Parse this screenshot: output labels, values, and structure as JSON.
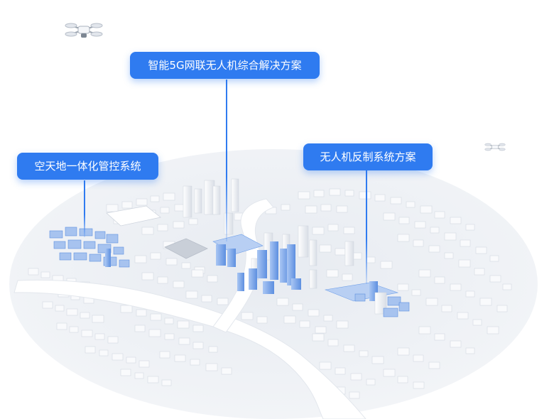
{
  "callouts": {
    "five_g_drone": {
      "label": "智能5G网联无人机综合解决方案"
    },
    "air_space_ground": {
      "label": "空天地一体化管控系统"
    },
    "counter_drone": {
      "label": "无人机反制系统方案"
    }
  },
  "colors": {
    "callout_bg": "#2f7bf0",
    "highlight_building": "#6f9fe8",
    "building": "#eef1f5",
    "river": "#ffffff"
  },
  "icons": [
    "drone-icon"
  ]
}
